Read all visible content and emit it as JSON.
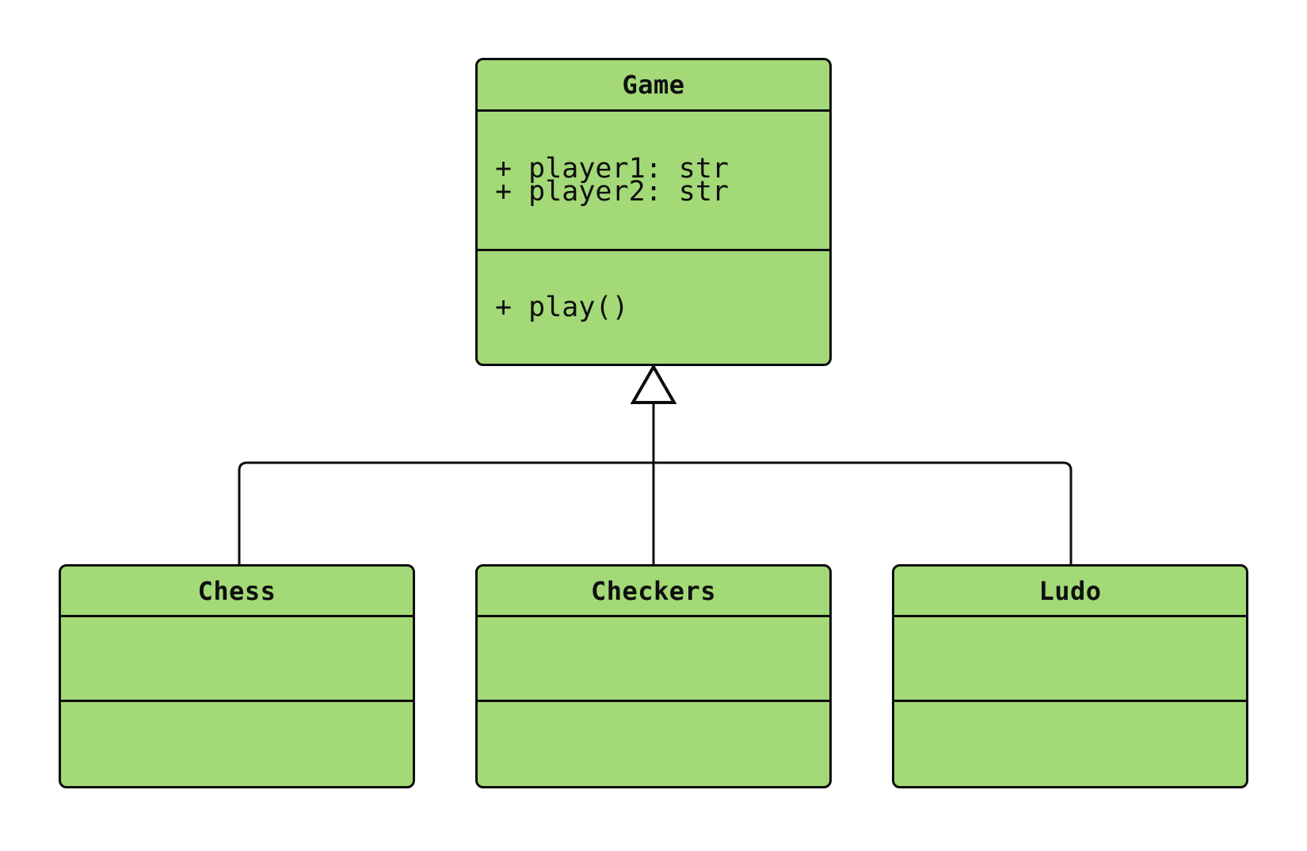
{
  "diagram": {
    "kind": "uml-class-diagram",
    "colors": {
      "node_fill": "#a3d977",
      "node_border": "#0d0d0d",
      "connector": "#0d0d0d",
      "arrowhead_fill": "#ffffff",
      "background": "#ffffff"
    },
    "classes": {
      "game": {
        "name": "Game",
        "attributes": [
          "+ player1: str",
          "+ player2: str"
        ],
        "methods": [
          "+ play()"
        ]
      },
      "chess": {
        "name": "Chess",
        "attributes": [],
        "methods": []
      },
      "checkers": {
        "name": "Checkers",
        "attributes": [],
        "methods": []
      },
      "ludo": {
        "name": "Ludo",
        "attributes": [],
        "methods": []
      }
    },
    "relationships": [
      {
        "type": "inheritance",
        "child": "Chess",
        "parent": "Game"
      },
      {
        "type": "inheritance",
        "child": "Checkers",
        "parent": "Game"
      },
      {
        "type": "inheritance",
        "child": "Ludo",
        "parent": "Game"
      }
    ]
  }
}
